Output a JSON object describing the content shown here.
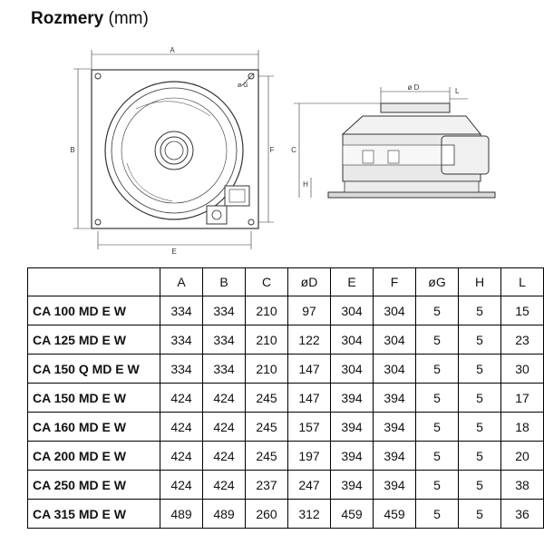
{
  "heading": {
    "bold": "Rozmery",
    "unit": "(mm)"
  },
  "drawing_labels": {
    "front": {
      "A": "A",
      "B": "B",
      "E": "E",
      "F": "F",
      "G": "ø G"
    },
    "side": {
      "D": "ø D",
      "L": "L",
      "C": "C",
      "H": "H"
    }
  },
  "table": {
    "columns": [
      "A",
      "B",
      "C",
      "øD",
      "E",
      "F",
      "øG",
      "H",
      "L"
    ],
    "rows": [
      {
        "model": "CA 100 MD E W",
        "values": [
          "334",
          "334",
          "210",
          "97",
          "304",
          "304",
          "5",
          "5",
          "15"
        ]
      },
      {
        "model": "CA 125 MD E W",
        "values": [
          "334",
          "334",
          "210",
          "122",
          "304",
          "304",
          "5",
          "5",
          "23"
        ]
      },
      {
        "model": "CA 150 Q MD E W",
        "values": [
          "334",
          "334",
          "210",
          "147",
          "304",
          "304",
          "5",
          "5",
          "30"
        ]
      },
      {
        "model": "CA 150 MD E W",
        "values": [
          "424",
          "424",
          "245",
          "147",
          "394",
          "394",
          "5",
          "5",
          "17"
        ]
      },
      {
        "model": "CA 160 MD E W",
        "values": [
          "424",
          "424",
          "245",
          "157",
          "394",
          "394",
          "5",
          "5",
          "18"
        ]
      },
      {
        "model": "CA 200 MD E W",
        "values": [
          "424",
          "424",
          "245",
          "197",
          "394",
          "394",
          "5",
          "5",
          "20"
        ]
      },
      {
        "model": "CA 250 MD E W",
        "values": [
          "424",
          "424",
          "237",
          "247",
          "394",
          "394",
          "5",
          "5",
          "38"
        ]
      },
      {
        "model": "CA 315 MD E W",
        "values": [
          "489",
          "489",
          "260",
          "312",
          "459",
          "459",
          "5",
          "5",
          "36"
        ]
      }
    ]
  }
}
